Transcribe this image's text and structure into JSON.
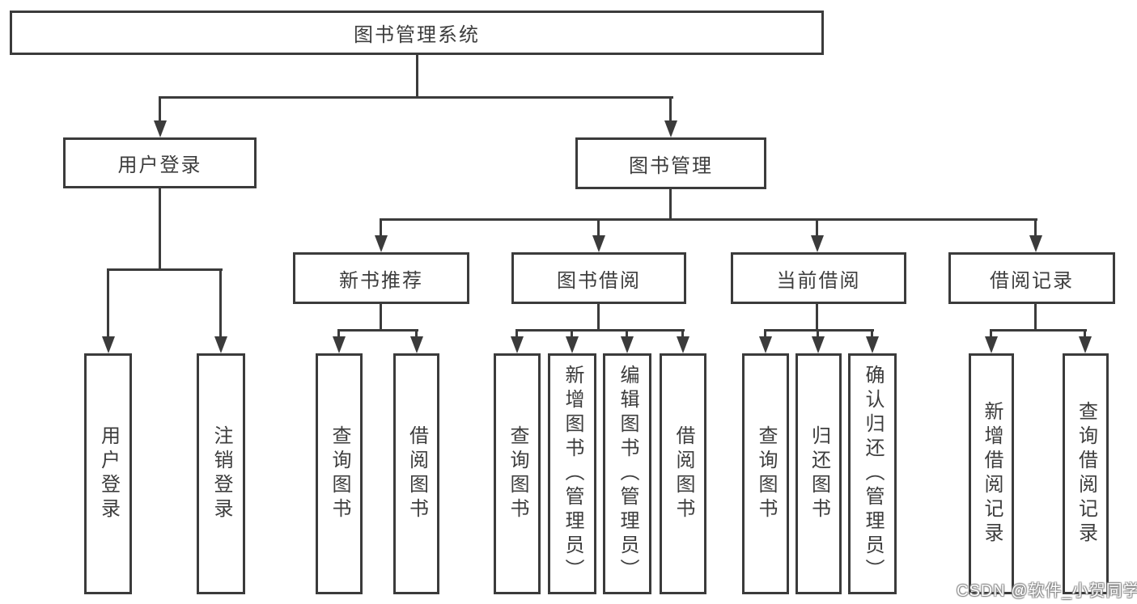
{
  "diagram_title": "图书管理系统",
  "tree": {
    "label": "图书管理系统",
    "children": [
      {
        "label": "用户登录",
        "children": [
          {
            "label": "用户登录"
          },
          {
            "label": "注销登录"
          }
        ]
      },
      {
        "label": "图书管理",
        "children": [
          {
            "label": "新书推荐",
            "children": [
              {
                "label": "查询图书"
              },
              {
                "label": "借阅图书"
              }
            ]
          },
          {
            "label": "图书借阅",
            "children": [
              {
                "label": "查询图书"
              },
              {
                "label": "新增图书（管理员）"
              },
              {
                "label": "编辑图书（管理员）"
              },
              {
                "label": "借阅图书"
              }
            ]
          },
          {
            "label": "当前借阅",
            "children": [
              {
                "label": "查询图书"
              },
              {
                "label": "归还图书"
              },
              {
                "label": "确认归还（管理员）"
              }
            ]
          },
          {
            "label": "借阅记录",
            "children": [
              {
                "label": "新增借阅记录"
              },
              {
                "label": "查询借阅记录"
              }
            ]
          }
        ]
      }
    ]
  },
  "watermark": "CSDN @软件_小贺同学",
  "colors": {
    "line": "#3b3b3b",
    "box_border": "#3b3b3b",
    "text": "#3d3d3d",
    "background": "#ffffff",
    "watermark_fill": "#ffffff"
  }
}
